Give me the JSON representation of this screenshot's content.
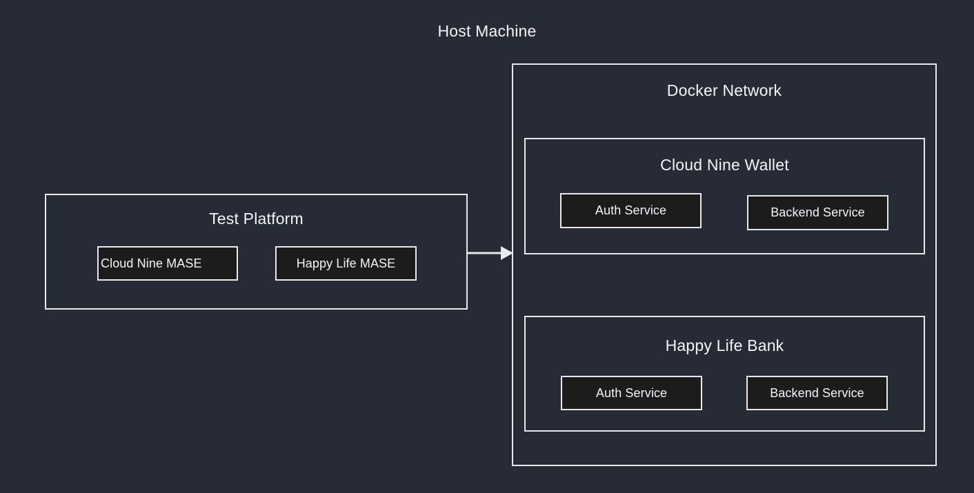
{
  "diagram": {
    "title": "Host Machine",
    "background_color": "#272b36",
    "border_color": "#e8eaee",
    "node_fill_color": "#1c1c1c",
    "text_color": "#f2f4f8",
    "containers": {
      "test_platform": {
        "title": "Test Platform",
        "nodes": [
          {
            "label": "Cloud Nine MASE"
          },
          {
            "label": "Happy Life MASE"
          }
        ]
      },
      "docker_network": {
        "title": "Docker Network",
        "children": {
          "cloud_nine_wallet": {
            "title": "Cloud Nine Wallet",
            "nodes": [
              {
                "label": "Auth Service"
              },
              {
                "label": "Backend Service"
              }
            ]
          },
          "happy_life_bank": {
            "title": "Happy Life Bank",
            "nodes": [
              {
                "label": "Auth Service"
              },
              {
                "label": "Backend Service"
              }
            ]
          }
        }
      }
    },
    "connectors": [
      {
        "from": "test_platform",
        "to": "docker_network",
        "style": "solid-arrow",
        "label": ""
      }
    ]
  }
}
